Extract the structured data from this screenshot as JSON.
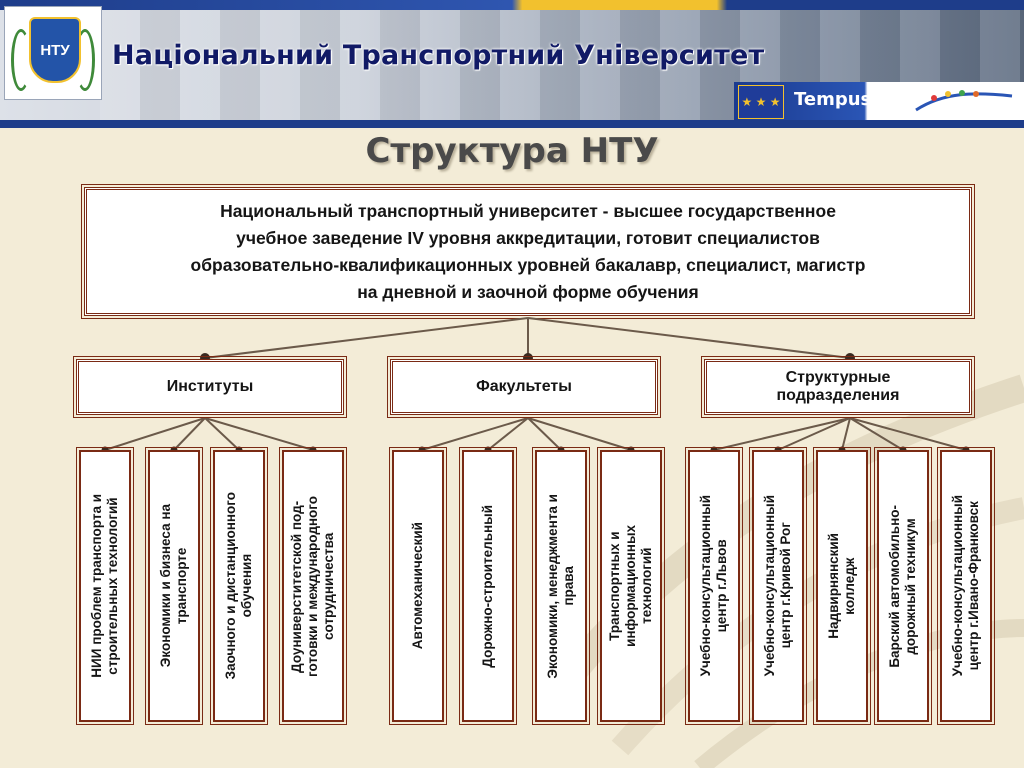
{
  "header": {
    "logo_text": "НТУ",
    "title": "Національний Транспортний Університет",
    "tempus_label": "Tempus"
  },
  "slide": {
    "title": "Структура НТУ",
    "description": "Национальный транспортный университет - высшее государственное\nучебное заведение IV уровня аккредитации, готовит специалистов\nобразовательно-квалификационных уровней бакалавр, специалист, магистр\nна дневной и заочной форме обучения"
  },
  "groups": [
    {
      "label": "Институты",
      "items": [
        "НИИ проблем транспорта и\nстроительных технологий",
        "Экономики и бизнеса на\nтранспорте",
        "Заочного и дистанционного\nобучения",
        "Доуниверститетской под-\nготовки и международного\nсотрудничества"
      ]
    },
    {
      "label": "Факультеты",
      "items": [
        "Автомеханический",
        "Дорожно-строительный",
        "Экономики, менеджмента и\nправа",
        "Транспортных и\nинформационных\nтехнологий"
      ]
    },
    {
      "label": "Структурные\nподразделения",
      "items": [
        "Учебно-консультационный\nцентр г.Львов",
        "Учебно-консультационный\nцентр г.Кривой Рог",
        "Надвирнянский\nколледж",
        "Барский автомобильно-\nдорожный техникум",
        "Учебно-консультационный\nцентр г.Ивано-Франковск"
      ]
    }
  ],
  "colors": {
    "border": "#7a2a14",
    "connector": "#6b5a4a",
    "background": "#f3ecd7",
    "title_text": "#111a66"
  }
}
